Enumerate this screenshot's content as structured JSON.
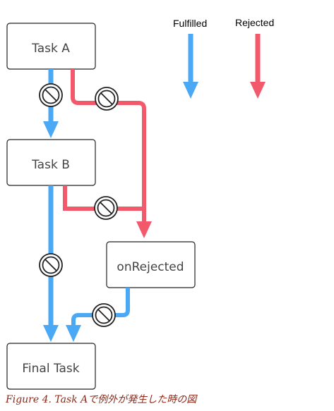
{
  "legend": {
    "fulfilled_label": "Fulfilled",
    "rejected_label": "Rejected"
  },
  "colors": {
    "fulfilled": "#4aa8f5",
    "rejected": "#f25a6b",
    "box_stroke": "#222222",
    "caption": "#8b2a1a"
  },
  "nodes": {
    "task_a": "Task A",
    "task_b": "Task B",
    "on_rejected": "onRejected",
    "final_task": "Final Task"
  },
  "caption": {
    "figure_label": "Figure 4.",
    "text": "Task Aで例外が発生した時の図"
  }
}
